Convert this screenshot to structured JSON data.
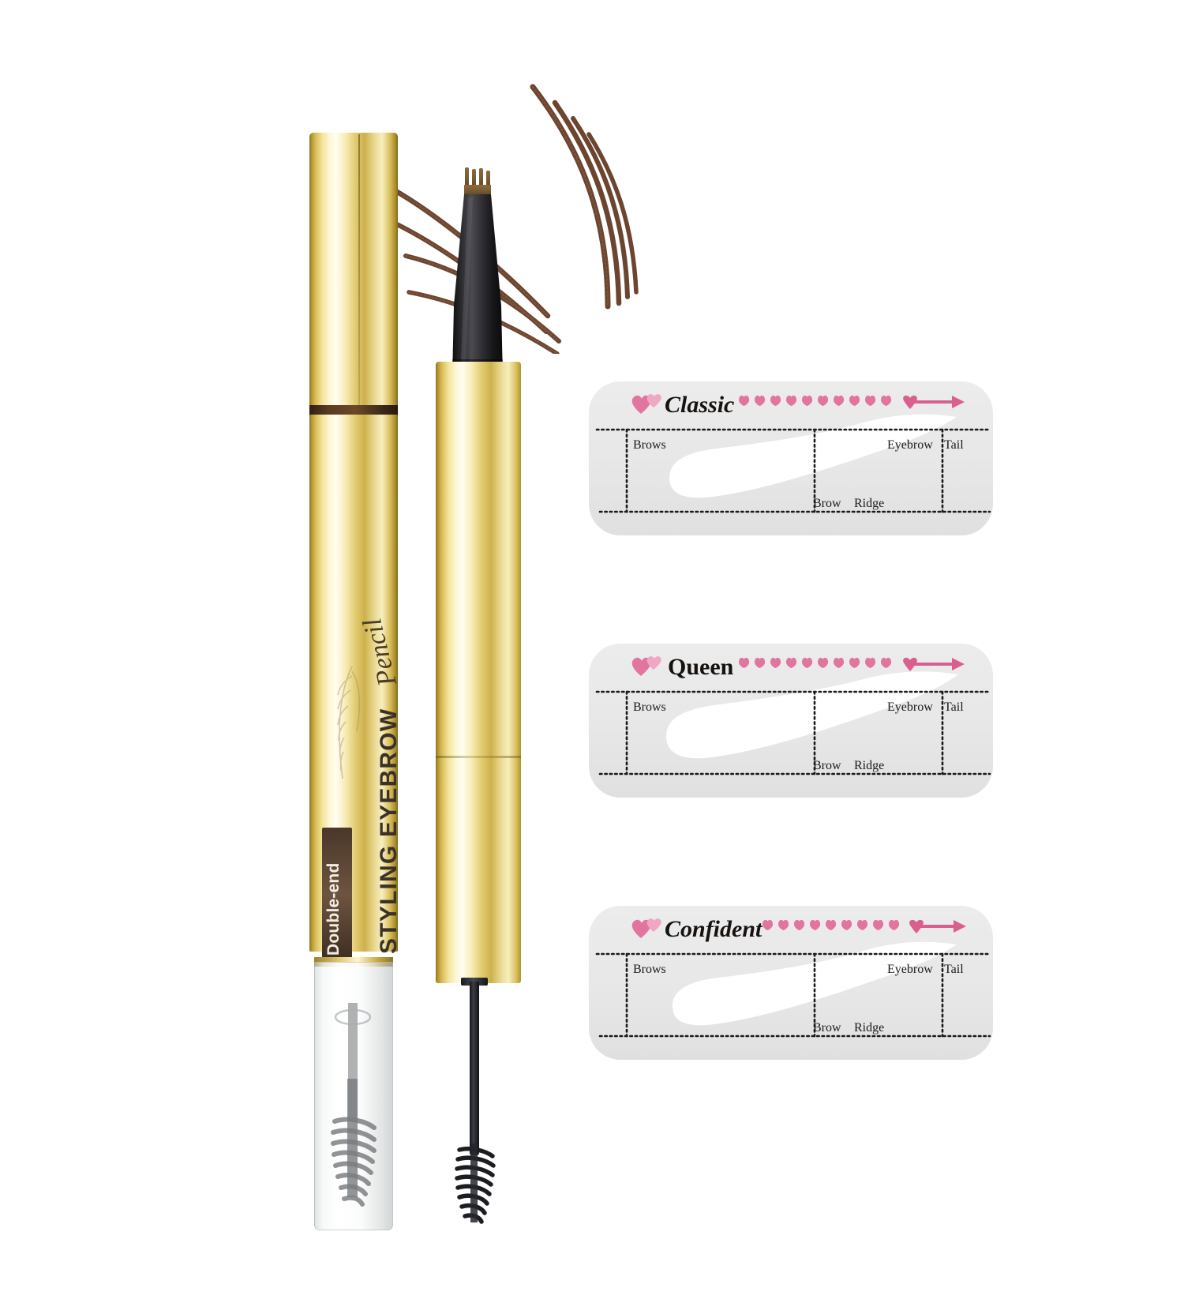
{
  "scene": {
    "title": "Double-end Styling Eyebrow Pencil with Eyebrow Stencils",
    "background_color": "#ffffff"
  },
  "colors": {
    "gold_light": "#fffdf0",
    "gold_mid": "#e2cc72",
    "gold_dark": "#8a7428",
    "pen_tip_black": "#1a1a1c",
    "brow_stroke_brown": "#6b4530",
    "stencil_body": "#e8e8e8",
    "stencil_cutout": "#ffffff",
    "heart_pink": "#e2759f",
    "arrow_pink": "#d9608e",
    "label_text": "#1b1b1b",
    "badge_brown": "#4a372a"
  },
  "pen_capped": {
    "name": "capped-gold-eyebrow-pencil",
    "badge_label": "Double-end",
    "brand_main": "STYLING EYEBROW",
    "brand_script": "Pencil",
    "cap_type": "clear-plastic-cap",
    "contains": "spoolie-brush",
    "logo_icon": "feather-icon"
  },
  "pen_open": {
    "name": "open-gold-eyebrow-pencil",
    "tip_type": "micro-fork-tip",
    "tip_color": "#1a1a1c",
    "fork_prongs": 4,
    "other_end": "spoolie-brush",
    "stroke_count": 8,
    "stroke_label": "hair-like-brow-strokes"
  },
  "stencils": [
    {
      "name": "stencil-classic",
      "title": "Classic",
      "title_style": "italic",
      "heart_count": 15,
      "labels": {
        "brows": "Brows",
        "eyebrow": "Eyebrow",
        "tail": "Tail",
        "brow": "Brow",
        "ridge": "Ridge"
      }
    },
    {
      "name": "stencil-queen",
      "title": "Queen",
      "title_style": "upright",
      "heart_count": 15,
      "labels": {
        "brows": "Brows",
        "eyebrow": "Eyebrow",
        "tail": "Tail",
        "brow": "Brow",
        "ridge": "Ridge"
      }
    },
    {
      "name": "stencil-confident",
      "title": "Confident",
      "title_style": "italic",
      "heart_count": 14,
      "labels": {
        "brows": "Brows",
        "eyebrow": "Eyebrow",
        "tail": "Tail",
        "brow": "Brow",
        "ridge": "Ridge"
      }
    }
  ]
}
